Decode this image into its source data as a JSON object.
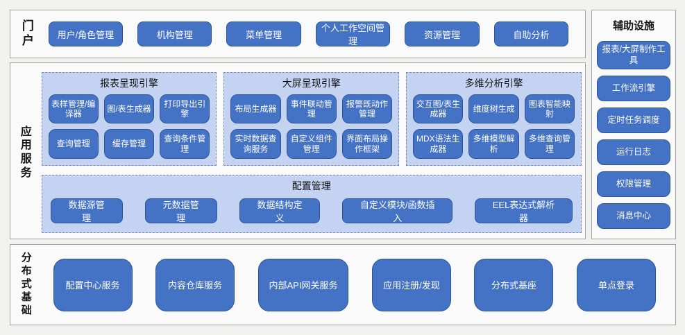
{
  "portal": {
    "label": "门户",
    "items": [
      "用户/角色管理",
      "机构管理",
      "菜单管理",
      "个人工作空间管理",
      "资源管理",
      "自助分析"
    ]
  },
  "auxiliary": {
    "title": "辅助设施",
    "items": [
      "报表/大屏制作工具",
      "工作流引擎",
      "定时任务调度",
      "运行日志",
      "权限管理",
      "消息中心"
    ]
  },
  "app_services": {
    "label": "应用服务",
    "engines": [
      {
        "title": "报表呈现引擎",
        "items": [
          "表样管理/编译器",
          "图/表生成器",
          "打印导出引擎",
          "查询管理",
          "缓存管理",
          "查询条件管理"
        ]
      },
      {
        "title": "大屏呈现引擎",
        "items": [
          "布局生成器",
          "事件联动管理",
          "报警既动作管理",
          "实时数据查询服务",
          "自定义组件管理",
          "界面布局操作框架"
        ]
      },
      {
        "title": "多维分析引擎",
        "items": [
          "交互图/表生成器",
          "维度树生成",
          "图表智能映射",
          "MDX语法生成器",
          "多维模型解析",
          "多维查询管理"
        ]
      }
    ],
    "config": {
      "title": "配置管理",
      "items": [
        "数据源管理",
        "元数据管理",
        "数据结构定义",
        "自定义模块/函数插入",
        "EEL表达式解析器"
      ]
    }
  },
  "distributed": {
    "label": "分布式基础",
    "items": [
      "配置中心服务",
      "内容仓库服务",
      "内部API网关服务",
      "应用注册/发现",
      "分布式基座",
      "单点登录"
    ]
  },
  "colors": {
    "node_blue": "#4472c4",
    "node_border": "#2f5597",
    "section_fill": "#c3d3f1",
    "section_border": "#7b89ad",
    "panel_fill": "#fafafa",
    "panel_border": "#a3a3a3",
    "background": "#f1f1ef"
  }
}
